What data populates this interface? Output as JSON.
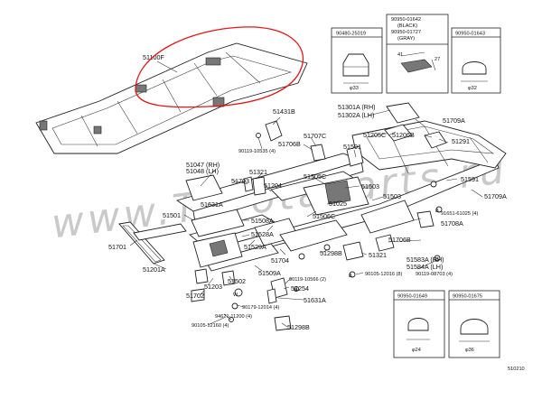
{
  "watermark": "www.ToyotaParts.ru",
  "figure_ref": "510210",
  "accent_color": "#e01818",
  "inset_boxes": [
    {
      "id": "top1",
      "part": "90480-25019",
      "dim": "φ33"
    },
    {
      "id": "top2",
      "part_lines": [
        "90950-01642",
        "(BLACK)",
        "90950-01727",
        "(GRAY)"
      ],
      "dims": [
        "41",
        "27"
      ]
    },
    {
      "id": "top3",
      "part": "90950-01643",
      "dim": "φ32"
    },
    {
      "id": "bot1",
      "part": "90950-01649",
      "dim": "φ24"
    },
    {
      "id": "bot2",
      "part": "90950-01675",
      "dim": "φ36"
    }
  ],
  "labels": [
    "51100F",
    "51431B",
    "51301A (RH)",
    "51302A (LH)",
    "51709A",
    "90119-10535 (4)",
    "51706B",
    "51707C",
    "51205C",
    "51206B",
    "51291",
    "51591",
    "51047 (RH)",
    "51048 (LH)",
    "51321",
    "51703",
    "51204",
    "51505C",
    "51503",
    "51591",
    "51709A",
    "51501",
    "51631A",
    "51508A",
    "51025",
    "51506C",
    "51503",
    "91651-61025 (4)",
    "51708A",
    "51528A",
    "51706B",
    "51701",
    "51529A",
    "51704",
    "51298B",
    "51321",
    "51583A (RH)",
    "51584A (LH)",
    "51201A",
    "51509A",
    "90105-12016 (8)",
    "90119-08703 (4)",
    "90119-10566 (2)",
    "51203",
    "51502",
    "51254",
    "51702",
    "90179-12014 (4)",
    "51631A",
    "94621-11200 (4)",
    "90105-12160 (4)",
    "51298B"
  ]
}
